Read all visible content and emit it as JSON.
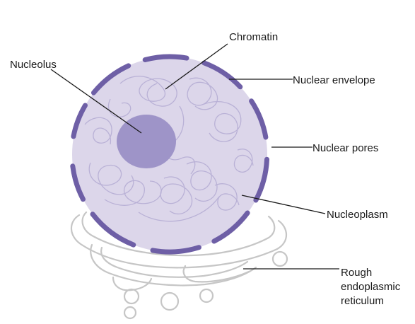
{
  "labels": {
    "nucleolus": "Nucleolus",
    "chromatin": "Chromatin",
    "nuclear_envelope": "Nuclear envelope",
    "nuclear_pores": "Nuclear pores",
    "nucleoplasm": "Nucleoplasm",
    "rough_er_line1": "Rough",
    "rough_er_line2": "endoplasmic",
    "rough_er_line3": "reticulum"
  },
  "colors": {
    "nucleoplasm_fill": "#dcd6ea",
    "envelope_segments": "#6e5fa6",
    "nucleolus_fill": "#9e94c8",
    "chromatin_strands": "#b9b1d6",
    "er_outline": "#c6c6c6",
    "leader_lines": "#1a1a1a"
  }
}
